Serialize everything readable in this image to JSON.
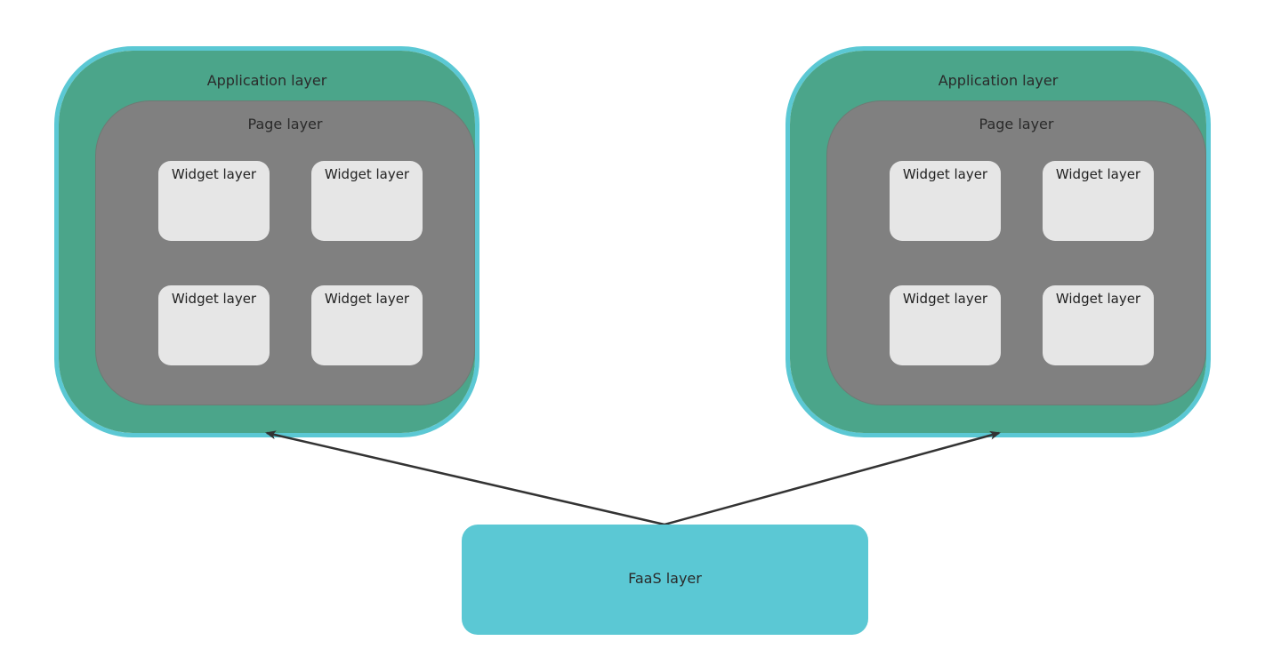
{
  "diagram": {
    "apps": [
      {
        "label": "Application layer",
        "page": {
          "label": "Page layer",
          "widgets": [
            "Widget layer",
            "Widget layer",
            "Widget layer",
            "Widget layer"
          ]
        }
      },
      {
        "label": "Application layer",
        "page": {
          "label": "Page layer",
          "widgets": [
            "Widget layer",
            "Widget layer",
            "Widget layer",
            "Widget layer"
          ]
        }
      }
    ],
    "faas": {
      "label": "FaaS layer"
    },
    "edges": [
      {
        "from": "FaaS layer",
        "to": "Application layer (left)"
      },
      {
        "from": "FaaS layer",
        "to": "Application layer (right)"
      }
    ],
    "colors": {
      "app_border": "#5bc8d4",
      "app_fill": "#4ba58a",
      "page_fill": "#808080",
      "widget_fill": "#e6e6e6",
      "faas_fill": "#5bc8d4",
      "arrow": "#333333"
    }
  }
}
